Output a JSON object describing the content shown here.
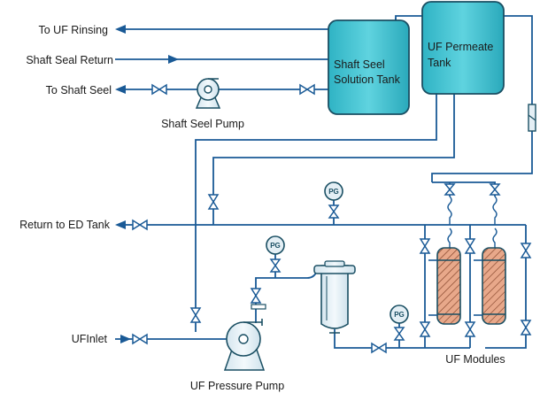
{
  "labels": {
    "to_uf_rinsing": "To UF Rinsing",
    "shaft_seal_return": "Shaft Seal Return",
    "to_shaft_seel": "To Shaft Seel",
    "shaft_seel_pump": "Shaft Seel Pump",
    "return_to_ed_tank": "Return to ED Tank",
    "uf_inlet": "UFInlet",
    "uf_pressure_pump": "UF Pressure Pump",
    "uf_modules": "UF Modules"
  },
  "tanks": {
    "shaft_seel_tank_line1": "Shaft Seel",
    "shaft_seel_tank_line2": "Solution Tank",
    "uf_permeate_tank_line1": "UF Permeate",
    "uf_permeate_tank_line2": "Tank"
  },
  "gauge_label": "PG",
  "colors": {
    "pipe": "#1a5a96",
    "tank_fill": "#3fbfce",
    "tank_stroke": "#1a4f63",
    "equipment_fill": "#e4eff5",
    "module_fill": "#e8a88a"
  }
}
